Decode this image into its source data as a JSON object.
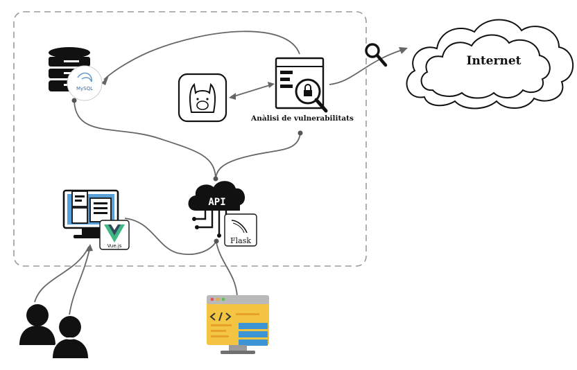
{
  "nodes": {
    "internet": {
      "label": "Internet"
    },
    "vulnerability_analysis": {
      "label": "Anàlisi de vulnerabilitats"
    },
    "mysql": {
      "label": "MySQL"
    },
    "flask": {
      "label": "Flask"
    },
    "vue": {
      "label": "Vue.js"
    },
    "api": {
      "label": "API"
    }
  },
  "icons": {
    "database": "database-icon",
    "mysql": "mysql-logo",
    "llama": "llama-icon",
    "vuln_scanner": "vulnerability-scanner-icon",
    "magnifier": "magnifier-icon",
    "cloud": "cloud-icon",
    "api_cloud": "api-cloud-icon",
    "flask": "flask-logo",
    "vue_app": "web-app-icon",
    "vue": "vue-logo",
    "users": "users-icon",
    "code_editor": "code-editor-icon"
  },
  "colors": {
    "line": "#666666",
    "boundary": "#999999",
    "icon_dark": "#111111",
    "monitor_blue": "#5aa0d8",
    "editor_yellow": "#f4c542",
    "editor_blue": "#3e95d6",
    "vue_green": "#41b883",
    "vue_dark": "#35495e"
  }
}
